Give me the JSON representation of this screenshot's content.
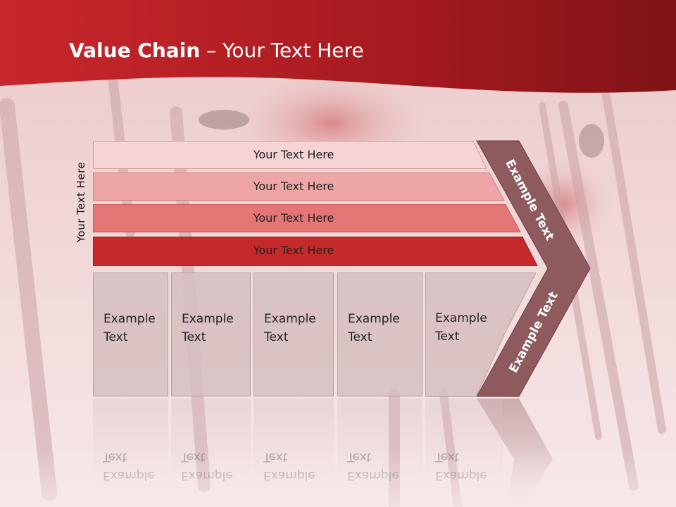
{
  "title": {
    "bold": "Value Chain",
    "rest": " – Your Text Here"
  },
  "side_label": "Your Text Here",
  "bands": [
    {
      "label": "Your Text Here",
      "color": "#f6d4d6"
    },
    {
      "label": "Your Text Here",
      "color": "#eea5a6"
    },
    {
      "label": "Your Text Here",
      "color": "#e47675"
    },
    {
      "label": "Your Text Here",
      "color": "#c52a2a"
    }
  ],
  "boxes": [
    {
      "line1": "Example",
      "line2": "Text"
    },
    {
      "line1": "Example",
      "line2": "Text"
    },
    {
      "line1": "Example",
      "line2": "Text"
    },
    {
      "line1": "Example",
      "line2": "Text"
    },
    {
      "line1": "Example",
      "line2": "Text"
    }
  ],
  "chevron": {
    "upper_label": "Example Text",
    "lower_label": "Example Text",
    "color": "#8e5a5e"
  },
  "colors": {
    "header": "#b01f24",
    "background": "#f3dede"
  }
}
